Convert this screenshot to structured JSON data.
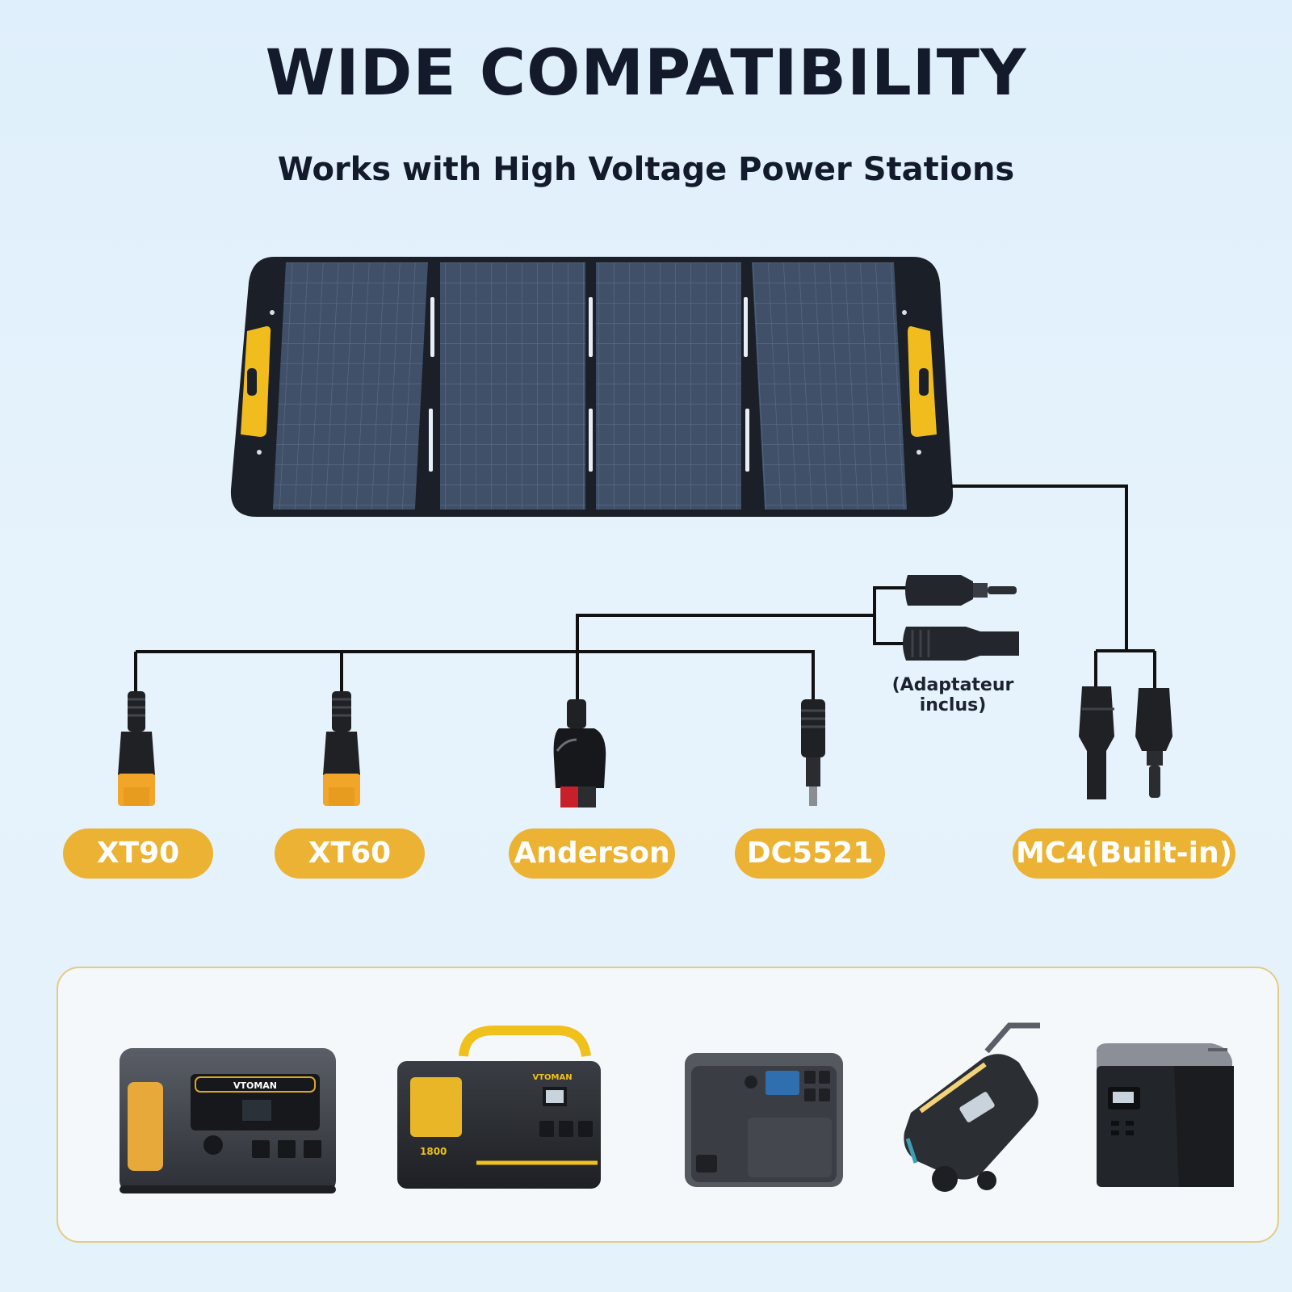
{
  "header": {
    "title": "WIDE COMPATIBILITY",
    "subtitle": "Works with High Voltage Power Stations"
  },
  "connectors": [
    {
      "id": "xt90",
      "label": "XT90"
    },
    {
      "id": "xt60",
      "label": "XT60"
    },
    {
      "id": "anderson",
      "label": "Anderson"
    },
    {
      "id": "dc5521",
      "label": "DC5521"
    },
    {
      "id": "mc4",
      "label": "MC4(Built-in)"
    }
  ],
  "adapter_note": "(Adaptateur inclus)",
  "device_brand": "VTOMAN",
  "device_badge": "1800",
  "colors": {
    "accent": "#ecb233",
    "panel": "#1b1f27",
    "cell": "#3d4d64",
    "title": "#121a2b"
  }
}
